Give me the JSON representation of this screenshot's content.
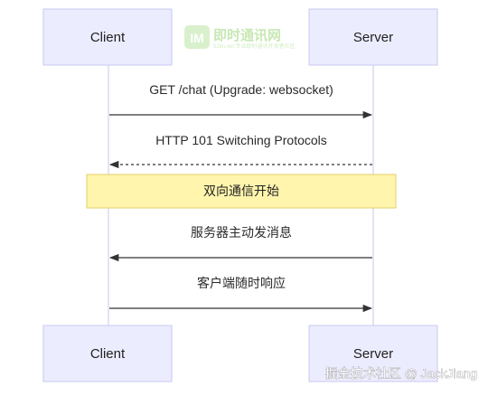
{
  "actors": {
    "client": "Client",
    "server": "Server"
  },
  "messages": [
    {
      "from": "client",
      "to": "server",
      "label": "GET /chat (Upgrade: websocket)",
      "style": "solid"
    },
    {
      "from": "server",
      "to": "client",
      "label": "HTTP 101 Switching Protocols",
      "style": "dashed"
    },
    {
      "from": "client",
      "to": "server",
      "label": "双向通信开始",
      "style": "note"
    },
    {
      "from": "server",
      "to": "client",
      "label": "服务器主动发消息",
      "style": "solid"
    },
    {
      "from": "client",
      "to": "server",
      "label": "客户端随时响应",
      "style": "solid"
    }
  ],
  "watermark": {
    "logo_text": "即时通讯网",
    "logo_sub": "52im.net 专业即时通讯开发者社区",
    "corner": "掘金技术社区 @ JackJiang"
  },
  "colors": {
    "actor_fill": "#ececff",
    "note_fill": "#fff5ad",
    "line": "#333333"
  }
}
